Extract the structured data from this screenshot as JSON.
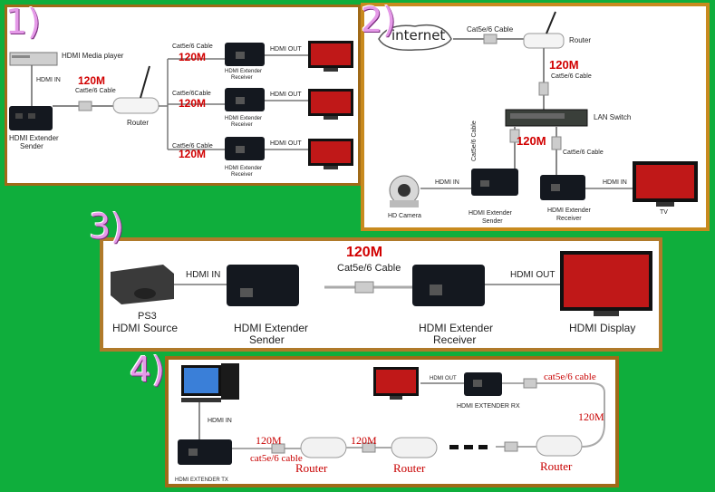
{
  "colors": {
    "background": "#0fae3c",
    "panel_border": "#a06a18",
    "number_label": "#e59ae8",
    "speed_text": "#d10000",
    "cable_text_red": "#c80000"
  },
  "panel1": {
    "number": "1)",
    "media_player": "HDMI Media player",
    "hdmi_in": "HDMI IN",
    "speed": "120M",
    "cable": "Cat5e/6 Cable",
    "router": "Router",
    "sender": [
      "HDMI Extender",
      "Sender"
    ],
    "branches": [
      {
        "cable": "Cat5e/6 Cable",
        "speed": "120M",
        "hdmi_out": "HDMI OUT",
        "receiver": [
          "HDMI Extender",
          "Receiver"
        ]
      },
      {
        "cable": "Cat5e/6Cable",
        "speed": "120M",
        "hdmi_out": "HDMI OUT",
        "receiver": [
          "HDMI Extender",
          "Receiver"
        ]
      },
      {
        "cable": "Cat5e/6 Cable",
        "speed": "120M",
        "hdmi_out": "HDMI OUT",
        "receiver": [
          "HDMI Extender",
          "Receiver"
        ]
      }
    ]
  },
  "panel2": {
    "number": "2)",
    "internet": "internet",
    "cable_top": "Cat5e/6 Cable",
    "router": "Router",
    "speed_top": "120M",
    "cable_router": "Cat5e/6 Cable",
    "lan_switch": "LAN Switch",
    "cable_vertical": "Cat5e/6 Cable",
    "speed_mid": "120M",
    "cable_right": "Cat5e/6 Cable",
    "hdmi_in_left": "HDMI IN",
    "hdmi_in_right": "HDMI IN",
    "hd_camera": "HD Camera",
    "sender": [
      "HDMI Extender",
      "Sender"
    ],
    "receiver": [
      "HDMI Extender",
      "Receiver"
    ],
    "tv": "TV"
  },
  "panel3": {
    "number": "3)",
    "hdmi_in": "HDMI IN",
    "speed": "120M",
    "cable": "Cat5e/6 Cable",
    "hdmi_out": "HDMI OUT",
    "source": [
      "PS3",
      "HDMI Source"
    ],
    "sender": [
      "HDMI Extender",
      "Sender"
    ],
    "receiver": [
      "HDMI Extender",
      "Receiver"
    ],
    "display": "HDMI  Display"
  },
  "panel4": {
    "number": "4)",
    "hdmi_in": "HDMI IN",
    "hdmi_out": "HDMI OUT",
    "extender_rx": "HDMI EXTENDER RX",
    "extender_tx": "HDMI EXTENDER TX",
    "cable_top": "cat5e/6 cable",
    "cable_bottom": "cat5e/6 cable",
    "speeds": [
      "120M",
      "120M",
      "120M"
    ],
    "routers": [
      "Router",
      "Router",
      "Router"
    ]
  }
}
